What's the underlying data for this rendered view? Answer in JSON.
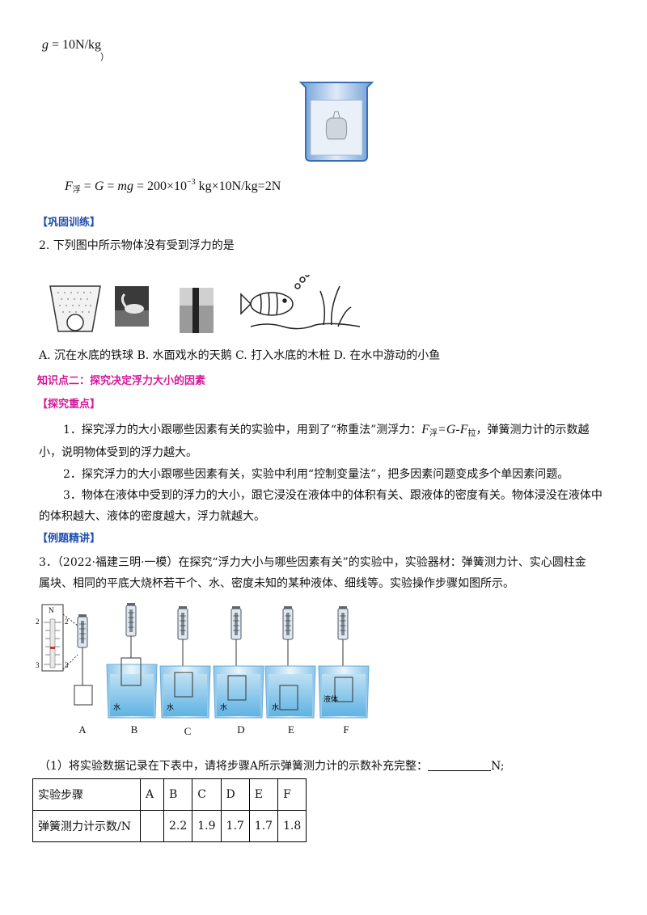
{
  "top": {
    "g_var": "g",
    "g_rhs": " = 10N/kg",
    "close_paren": "）"
  },
  "formula": {
    "F": "F",
    "sub": "浮",
    "mid": " = ",
    "G": "G",
    "eq2": " = ",
    "mg": "mg",
    "rest1": " = 200×10",
    "exp": "−3",
    "rest2": " kg×10N/kg=2N"
  },
  "consolidate": {
    "title": "【巩固训练】"
  },
  "q2": {
    "stem": "2.  下列图中所示物体没有受到浮力的是",
    "options": "A. 沉在水底的铁球 B. 水面戏水的天鹅 C. 打入水底的木桩 D. 在水中游动的小鱼"
  },
  "kp2": {
    "title": "知识点二：探究决定浮力大小的因素"
  },
  "focus": {
    "title": "【探究重点】",
    "p1a": "1．探究浮力的大小跟哪些因素有关的实验中，用到了“称重法”测浮力：",
    "p1_F": "F",
    "p1_sub1": "浮",
    "p1_mid": "=G-F",
    "p1_sub2": "拉",
    "p1b": "，弹簧测力计的示数越",
    "p1c": "小，说明物体受到的浮力越大。",
    "p2": "2．探究浮力的大小跟哪些因素有关，实验中利用“控制变量法”，把多因素问题变成多个单因素问题。",
    "p3a": "3．物体在液体中受到的浮力的大小，跟它浸没在液体中的体积有关、跟液体的密度有关。物体浸没在液体中",
    "p3b": "的体积越大、液体的密度越大，浮力就越大。"
  },
  "example": {
    "title": "【例题精讲】"
  },
  "q3": {
    "line1": "3．（2022·福建三明·一模）在探究“浮力大小与哪些因素有关”的实验中，实验器材：弹簧测力计、实心圆柱金",
    "line2": "属块、相同的平底大烧杯若干个、水、密度未知的某种液体、细线等。实验操作步骤如图所示。",
    "sub1": "（1）将实验数据记录在下表中，请将步骤A所示弹簧测力计的示数补充完整：",
    "sub1_end": "N;"
  },
  "figure": {
    "captions": [
      "A",
      "B",
      "C",
      "D",
      "E",
      "F"
    ],
    "liquids": [
      "水",
      "水",
      "水",
      "水",
      "液体"
    ],
    "scale_unit": "N",
    "scale_marks": [
      "2",
      "3"
    ]
  },
  "table": {
    "headers": [
      "实验步骤",
      "A",
      "B",
      "C",
      "D",
      "E",
      "F"
    ],
    "row_label": "弹簧测力计示数/N",
    "values": [
      "",
      "2.2",
      "1.9",
      "1.7",
      "1.7",
      "1.8"
    ]
  }
}
